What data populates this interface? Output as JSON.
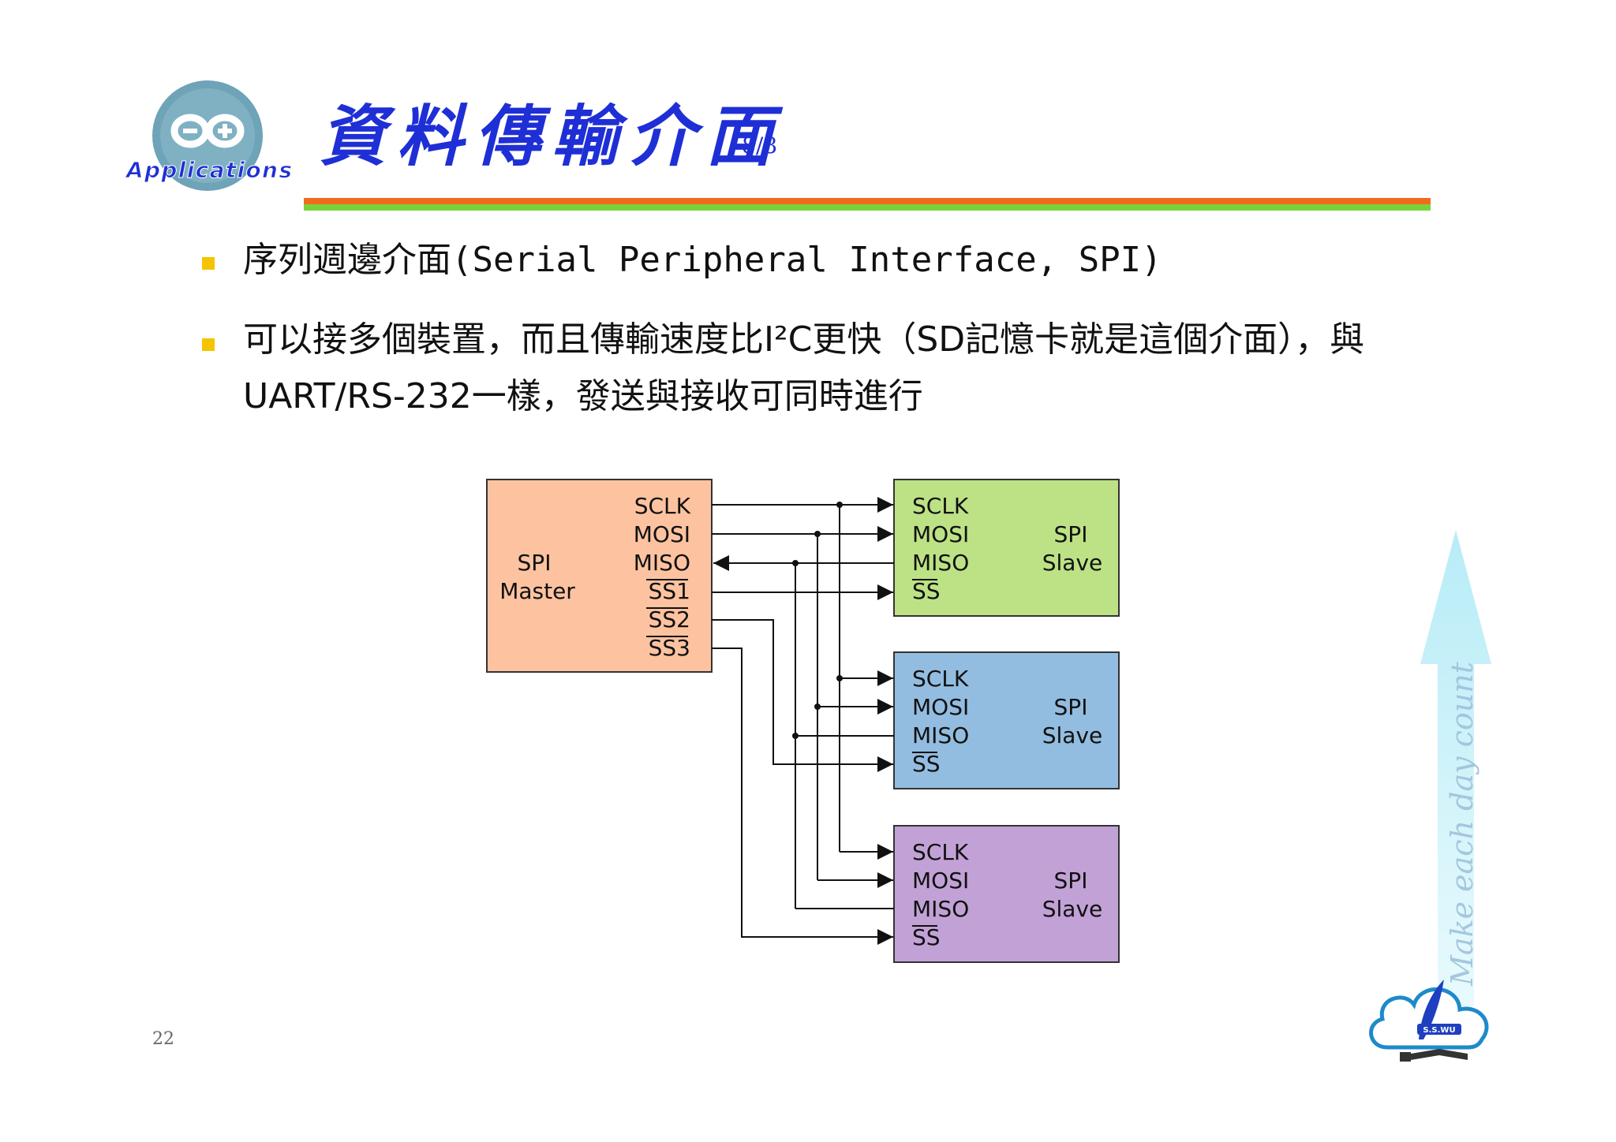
{
  "logo": {
    "text": "Applications"
  },
  "title": "資料傳輸介面",
  "page_count": "8/8",
  "bullets": [
    {
      "text": "序列週邊介面(Serial Peripheral Interface, SPI)"
    },
    {
      "text": "可以接多個裝置，而且傳輸速度比I²C更快（SD記憶卡就是這個介面），與UART/RS-232一樣，發送與接收可同時進行"
    }
  ],
  "diagram": {
    "master": {
      "name_line1": "SPI",
      "name_line2": "Master",
      "pins": [
        "SCLK",
        "MOSI",
        "MISO",
        "SS1",
        "SS2",
        "SS3"
      ]
    },
    "slaves": [
      {
        "pins": [
          "SCLK",
          "MOSI",
          "MISO",
          "SS"
        ],
        "name_line1": "SPI",
        "name_line2": "Slave"
      },
      {
        "pins": [
          "SCLK",
          "MOSI",
          "MISO",
          "SS"
        ],
        "name_line1": "SPI",
        "name_line2": "Slave"
      },
      {
        "pins": [
          "SCLK",
          "MOSI",
          "MISO",
          "SS"
        ],
        "name_line1": "SPI",
        "name_line2": "Slave"
      }
    ],
    "colors": {
      "master": "#fdc3a0",
      "slave1": "#bde285",
      "slave2": "#93bde0",
      "slave3": "#c2a2d6",
      "line": "#111111"
    }
  },
  "watermark": "Make each day count",
  "badge_text": "S.S.WU",
  "page_number": "22"
}
